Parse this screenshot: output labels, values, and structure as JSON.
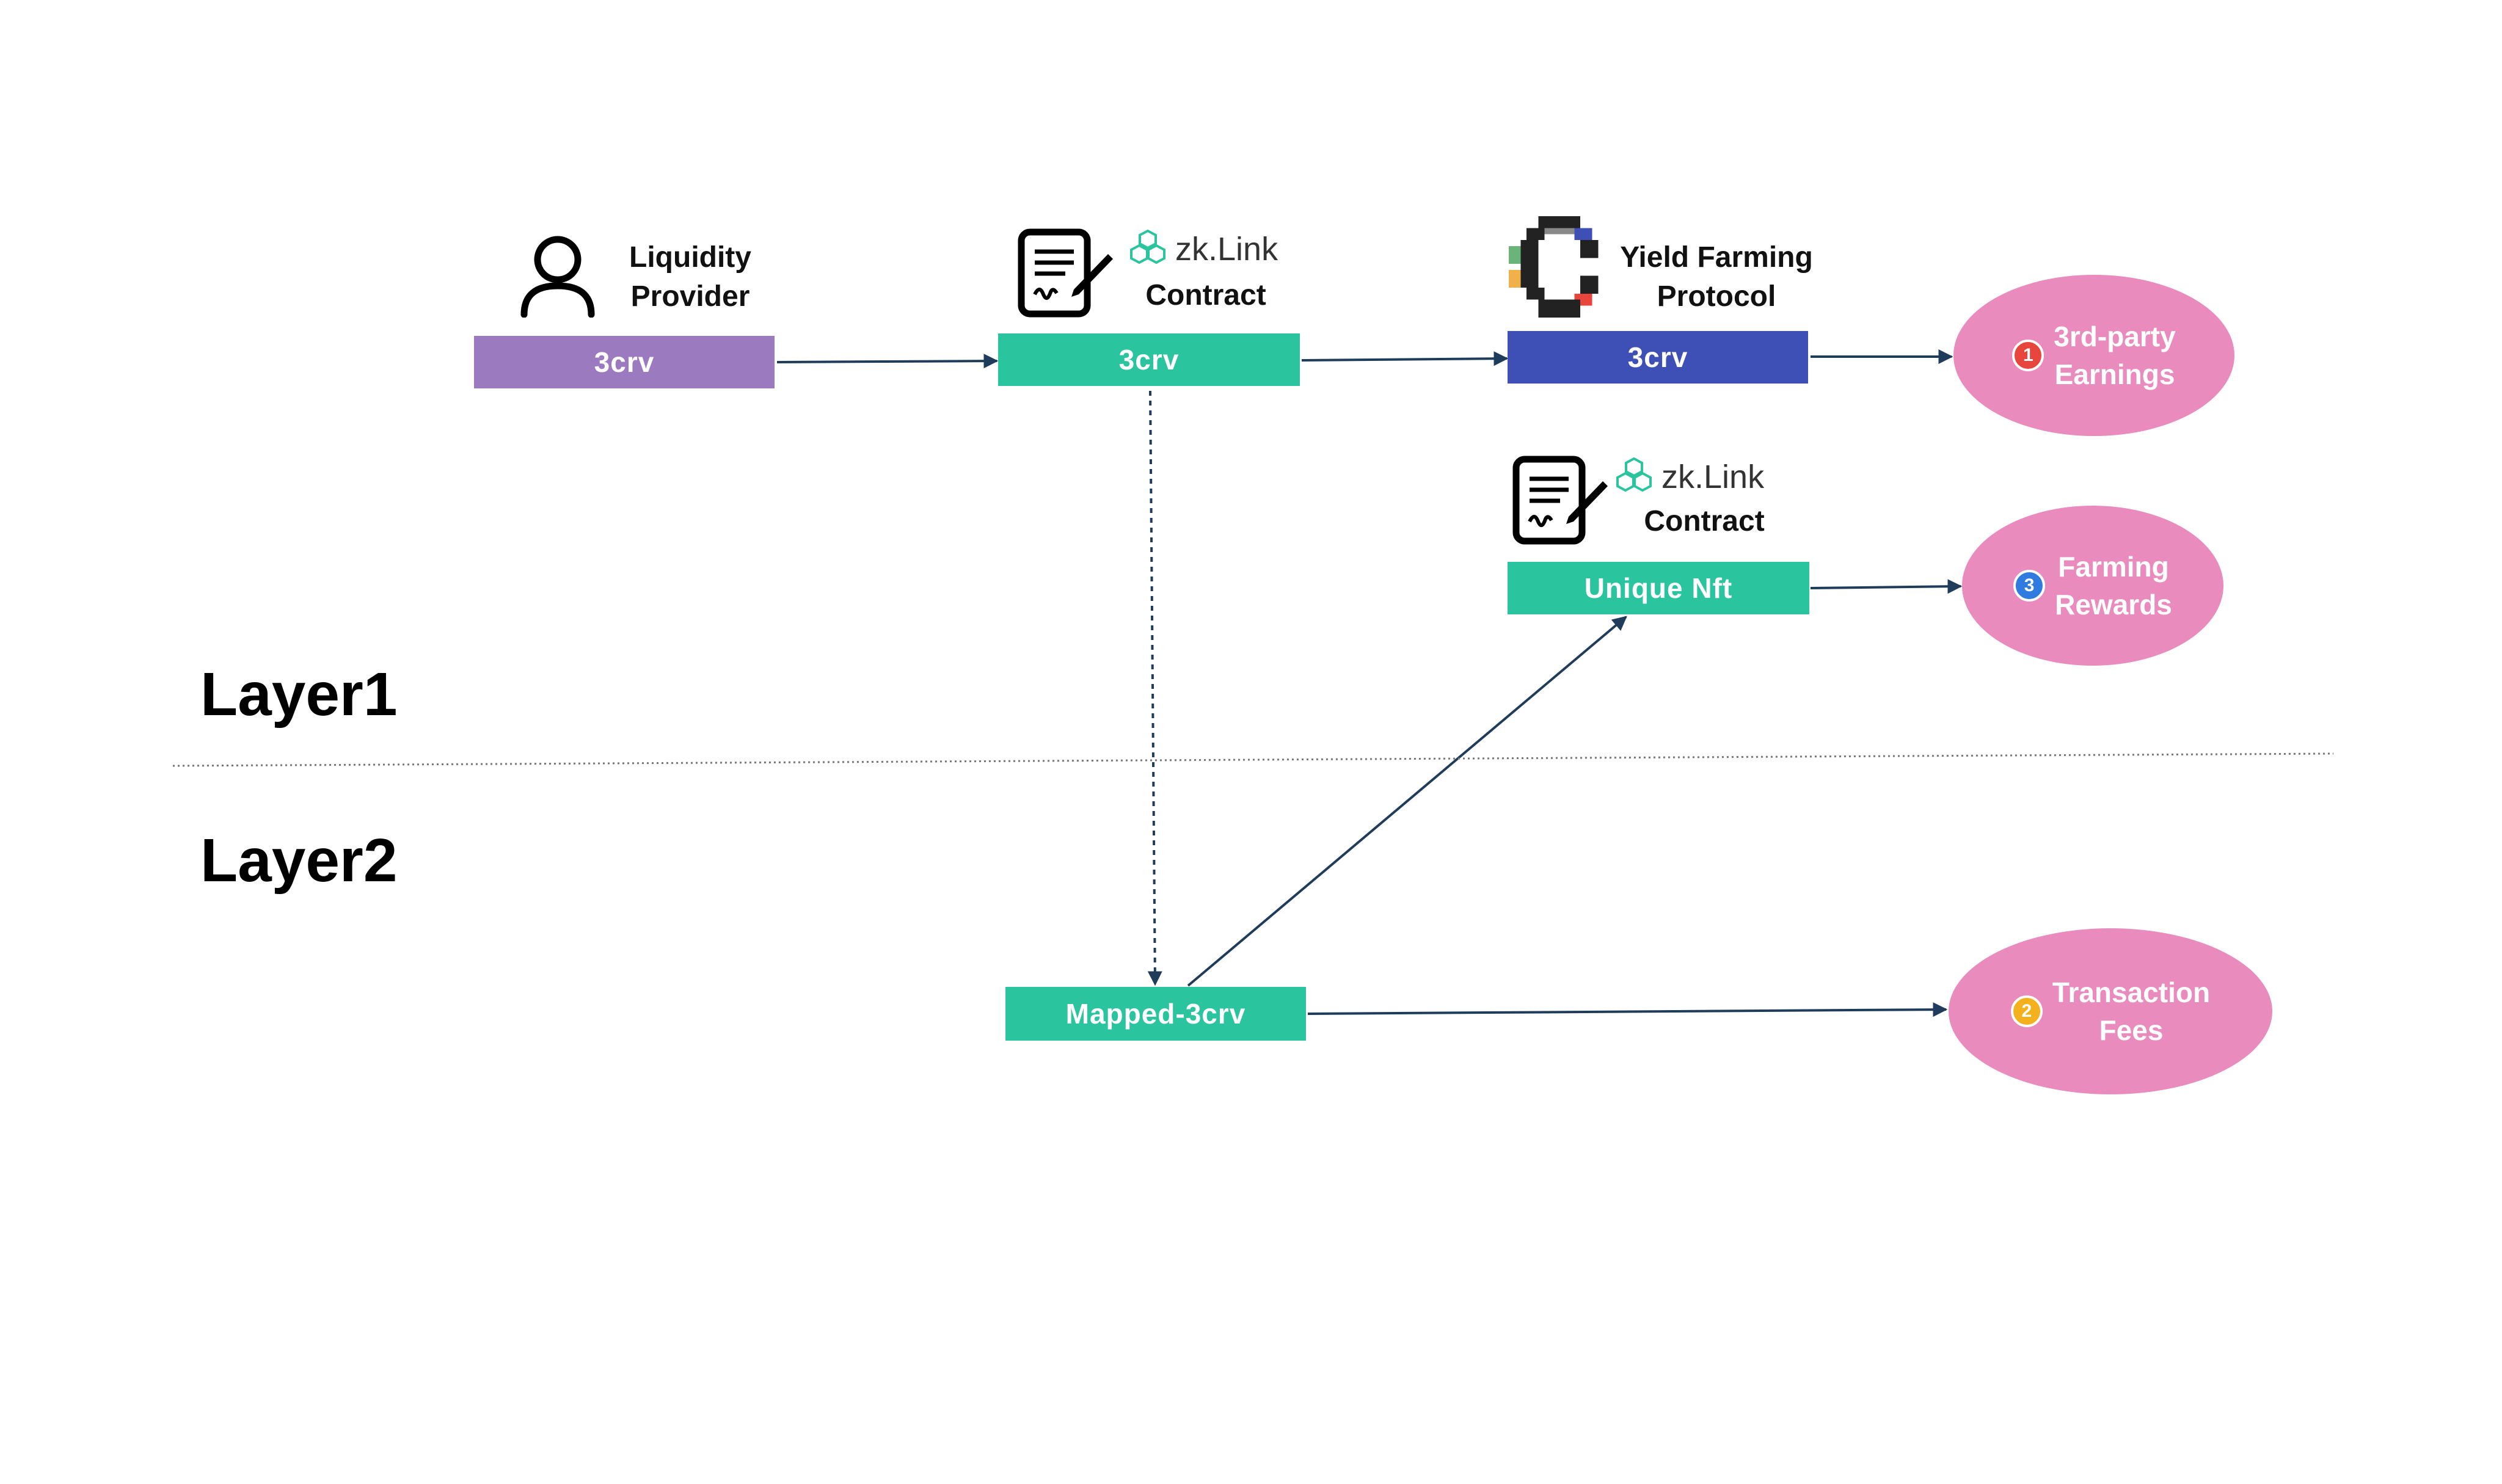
{
  "layers": {
    "layer1": "Layer1",
    "layer2": "Layer2"
  },
  "actors": {
    "liquidity_provider": {
      "line1": "Liquidity",
      "line2": "Provider",
      "icon": "user-icon"
    },
    "zklink_contract_top": {
      "brand": "zk.Link",
      "label": "Contract",
      "icon": "contract-icon"
    },
    "yield_protocol": {
      "line1": "Yield Farming",
      "line2": "Protocol",
      "icon": "curve-logo-icon"
    },
    "zklink_contract_mid": {
      "brand": "zk.Link",
      "label": "Contract",
      "icon": "contract-icon"
    }
  },
  "boxes": {
    "lp_3crv": "3crv",
    "contract_3crv": "3crv",
    "protocol_3crv": "3crv",
    "unique_nft": "Unique Nft",
    "mapped_3crv": "Mapped-3crv"
  },
  "outcomes": {
    "earnings": {
      "badge": "1",
      "line1": "3rd-party",
      "line2": "Earnings"
    },
    "rewards": {
      "badge": "3",
      "line1": "Farming",
      "line2": "Rewards"
    },
    "fees": {
      "badge": "2",
      "line1": "Transaction",
      "line2": "Fees"
    }
  },
  "colors": {
    "purple": "#9b7abf",
    "teal": "#2ac49f",
    "blue": "#3e50b5",
    "pink": "#e98cbd",
    "badge_red": "#e8453c",
    "badge_blue": "#2f7be0",
    "badge_yellow": "#f3b21d",
    "arrow": "#1f3d5a",
    "zk_green": "#2ac49f"
  }
}
